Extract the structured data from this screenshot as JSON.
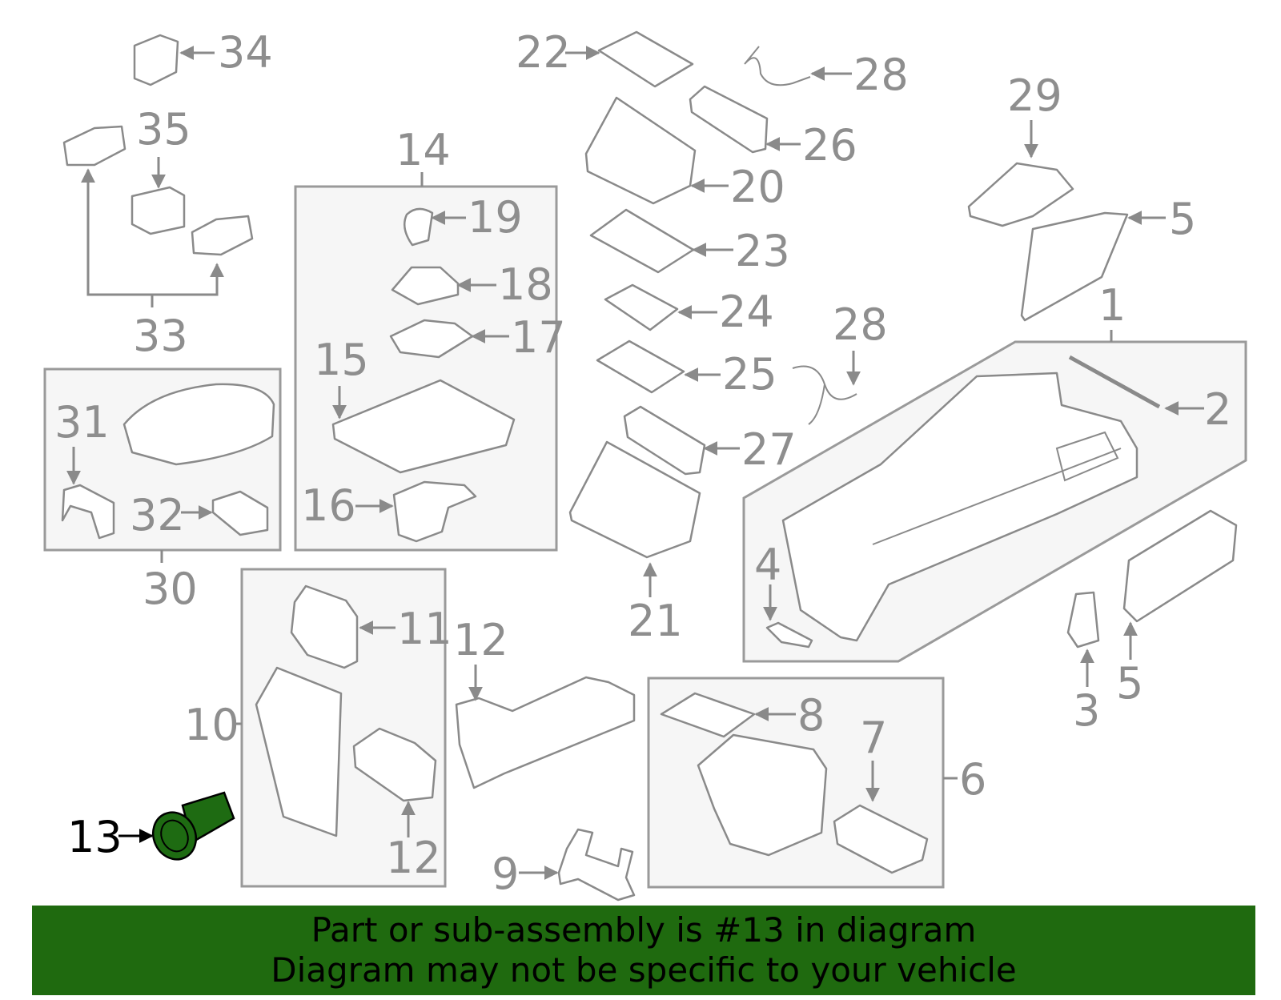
{
  "callouts": {
    "c1": "1",
    "c2": "2",
    "c3": "3",
    "c4": "4",
    "c5a": "5",
    "c5b": "5",
    "c6": "6",
    "c7": "7",
    "c8": "8",
    "c9": "9",
    "c10": "10",
    "c11": "11",
    "c12a": "12",
    "c12b": "12",
    "c13": "13",
    "c14": "14",
    "c15": "15",
    "c16": "16",
    "c17": "17",
    "c18": "18",
    "c19": "19",
    "c20": "20",
    "c21": "21",
    "c22": "22",
    "c23": "23",
    "c24": "24",
    "c25": "25",
    "c26": "26",
    "c27": "27",
    "c28a": "28",
    "c28b": "28",
    "c29": "29",
    "c30": "30",
    "c31": "31",
    "c32": "32",
    "c33": "33",
    "c34": "34",
    "c35": "35"
  },
  "highlight": {
    "part": "13",
    "color": "#1e6b12"
  },
  "banner": {
    "line1": "Part or sub-assembly is #13 in diagram",
    "line2": "Diagram may not be specific to your vehicle",
    "background": "#1f6a0f"
  }
}
